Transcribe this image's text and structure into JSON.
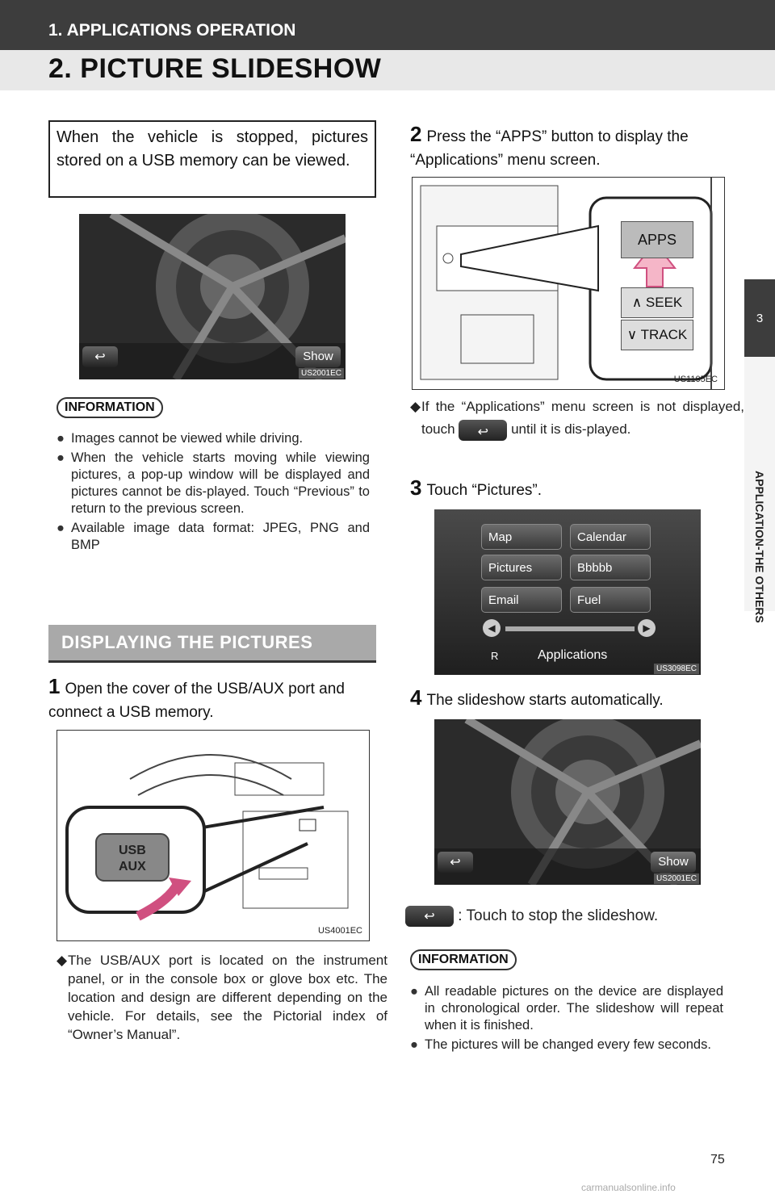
{
  "header": {
    "section": "1. APPLICATIONS OPERATION",
    "title": "2. PICTURE SLIDESHOW"
  },
  "side_tab": {
    "number": "3",
    "label": "APPLICATION-THE OTHERS"
  },
  "intro": "When the vehicle is stopped, pictures stored on a USB memory can be viewed.",
  "figures": {
    "fig1": {
      "code": "US2001EC",
      "back_icon": "back-arrow-icon",
      "show_label": "Show"
    },
    "fig2": {
      "code": "US4001EC",
      "port_label_1": "USB",
      "port_label_2": "AUX"
    },
    "fig3": {
      "code": "US1105EC",
      "btn_apps": "APPS",
      "btn_seek": "SEEK",
      "btn_track": "TRACK",
      "seek_glyph": "∧",
      "track_glyph": "∨"
    },
    "fig4": {
      "code": "US3098EC",
      "apps": [
        "Map",
        "Calendar",
        "Pictures",
        "Bbbbb",
        "Email",
        "Fuel"
      ],
      "footer": "Applications",
      "footer_r": "R"
    },
    "fig5": {
      "code": "US2001EC",
      "show_label": "Show"
    }
  },
  "info1": {
    "tag": "INFORMATION",
    "bullet": "●",
    "items": [
      "Images cannot be viewed while driving.",
      "When the vehicle starts moving while viewing pictures, a pop-up window will be displayed and pictures cannot be dis-played. Touch “Previous” to return to the previous screen.",
      "Available image data format: JPEG, PNG and BMP"
    ]
  },
  "section_banner": "DISPLAYING THE PICTURES",
  "steps": {
    "s1_num": "1",
    "s1_text": "Open the cover of the USB/AUX port and connect a USB memory.",
    "s2_num": "2",
    "s2_text": "Press the “APPS” button to display the “Applications” menu screen.",
    "s3_num": "3",
    "s3_text": "Touch “Pictures”.",
    "s4_num": "4",
    "s4_text": "The slideshow starts automatically."
  },
  "notes": {
    "bullet": "◆",
    "usb_port": "The USB/AUX port is located on the instrument panel, or in the console box or glove box etc. The location and design are different depending on the vehicle. For details, see the Pictorial index of “Owner’s Manual”.",
    "apps_pre": "If the “Applications” menu screen is not displayed, touch",
    "apps_post": "until it is dis-played.",
    "stop": ": Touch to stop the slideshow."
  },
  "info2": {
    "tag": "INFORMATION",
    "bullet": "●",
    "items": [
      "All readable pictures on the device are displayed in chronological order. The slideshow will repeat when it is finished.",
      "The pictures will be changed every few seconds."
    ]
  },
  "page_number": "75",
  "watermark": "carmanualsonline.info"
}
